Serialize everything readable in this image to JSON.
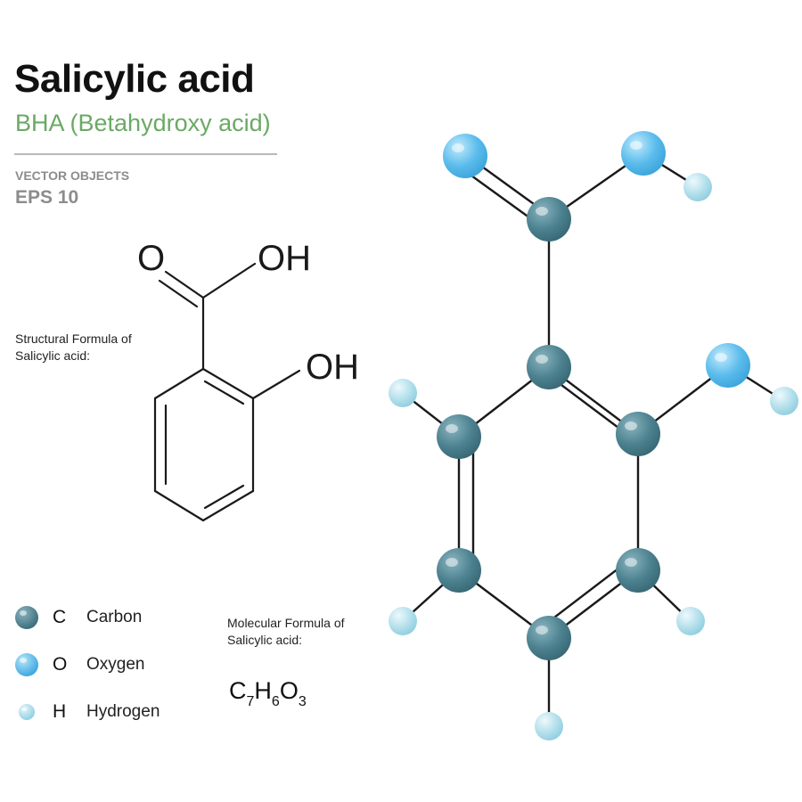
{
  "header": {
    "title": "Salicylic acid",
    "subtitle": "BHA  (Betahydroxy acid)",
    "vector_label": "VECTOR OBJECTS",
    "eps_label": "EPS 10"
  },
  "structural": {
    "caption_line1": "Structural  Formula of",
    "caption_line2": "Salicylic acid:",
    "labels": {
      "carbonyl_o": "O",
      "carboxyl_oh": "OH",
      "phenol_oh": "OH"
    }
  },
  "legend": [
    {
      "symbol": "C",
      "name": "Carbon",
      "color": "#4d8290"
    },
    {
      "symbol": "O",
      "name": "Oxygen",
      "color": "#5bbcec"
    },
    {
      "symbol": "H",
      "name": "Hydrogen",
      "color": "#a9dcea"
    }
  ],
  "molecular": {
    "caption_line1": "Molecular Formula of",
    "caption_line2": "Salicylic acid:",
    "formula": {
      "c": "C",
      "c_count": "7",
      "h": "H",
      "h_count": "6",
      "o": "O",
      "o_count": "3"
    }
  },
  "colors": {
    "carbon": "#4d8290",
    "oxygen": "#5bbcec",
    "hydrogen": "#a9dcea",
    "accent_green": "#6aa964",
    "gray_text": "#8c8c8c"
  }
}
